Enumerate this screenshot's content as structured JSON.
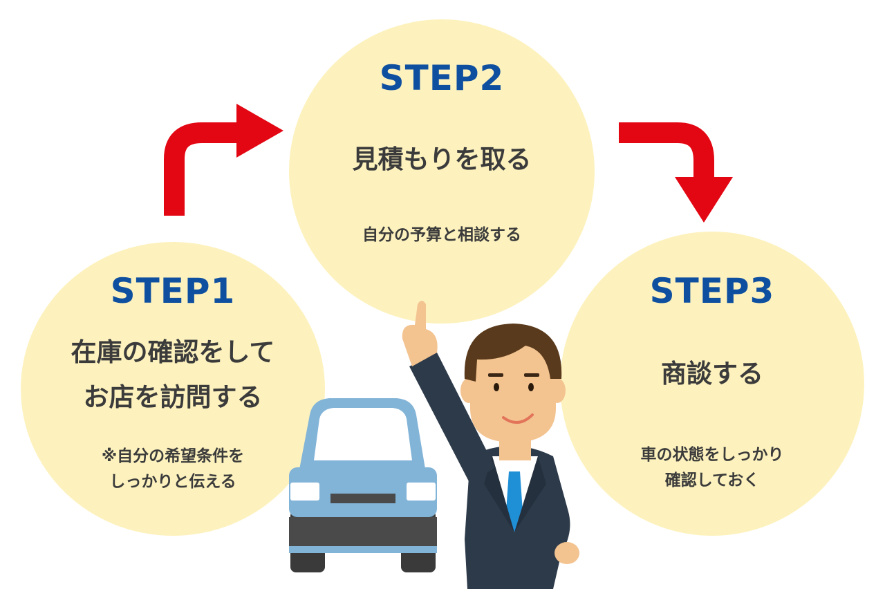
{
  "colors": {
    "circle_fill": "#fdf2be",
    "step_label": "#0f4fa0",
    "arrow": "#e30613",
    "text": "#3b3b3b"
  },
  "steps": [
    {
      "label": "STEP1",
      "title_lines": [
        "在庫の確認をして",
        "お店を訪問する"
      ],
      "note_lines": [
        "※自分の希望条件を",
        "しっかりと伝える"
      ]
    },
    {
      "label": "STEP2",
      "title_lines": [
        "見積もりを取る"
      ],
      "note_lines": [
        "自分の予算と相談する"
      ]
    },
    {
      "label": "STEP3",
      "title_lines": [
        "商談する"
      ],
      "note_lines": [
        "車の状態をしっかり",
        "確認しておく"
      ]
    }
  ],
  "illustrations": [
    "car-illustration",
    "pointing-businessman-illustration"
  ],
  "arrows": [
    "arrow-step1-to-step2",
    "arrow-step2-to-step3"
  ]
}
